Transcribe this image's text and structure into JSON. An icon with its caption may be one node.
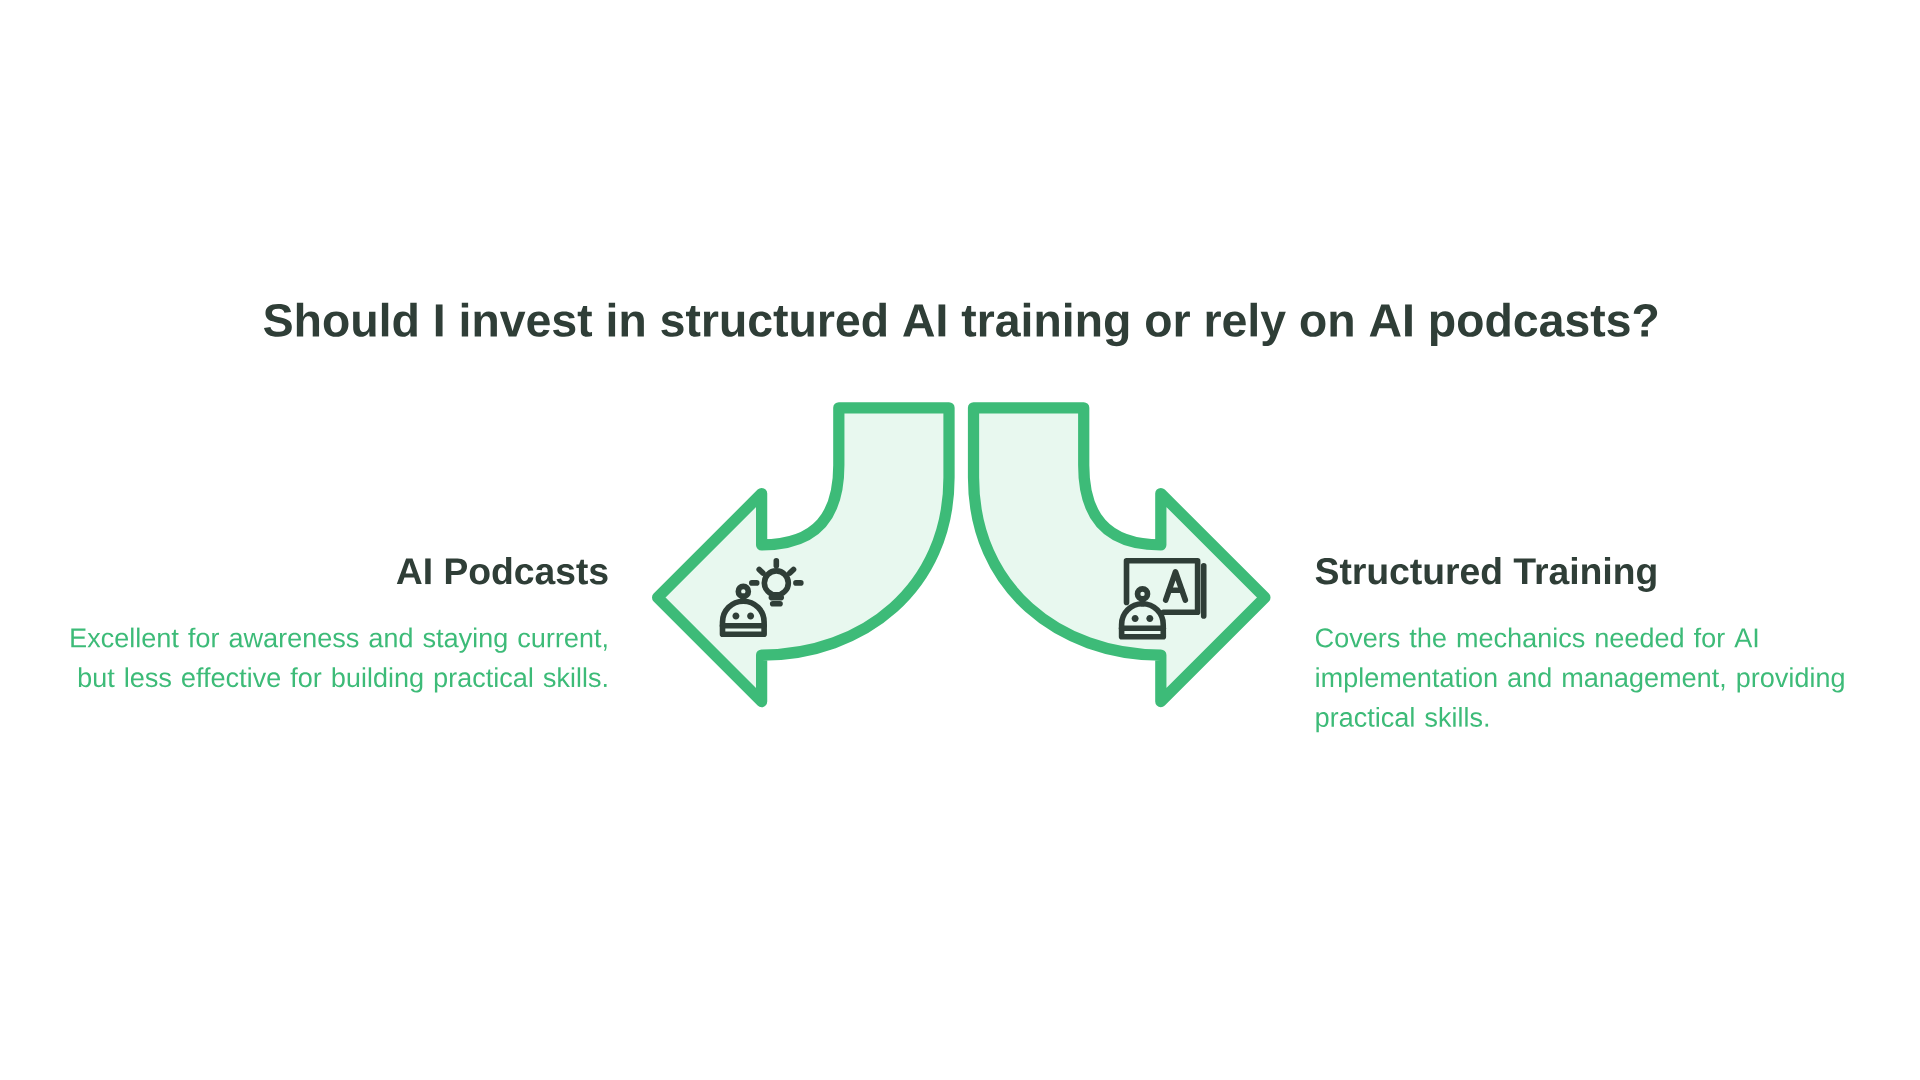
{
  "diagram": {
    "title": "Should I invest in structured AI training or rely on AI podcasts?",
    "labels": [
      "AI Podcasts",
      "Excellent for awareness and staying current, but less effective for building practical skills.",
      "Structured Training",
      "Covers the mechanics needed for AI implementation and management, providing practical skills."
    ]
  }
}
